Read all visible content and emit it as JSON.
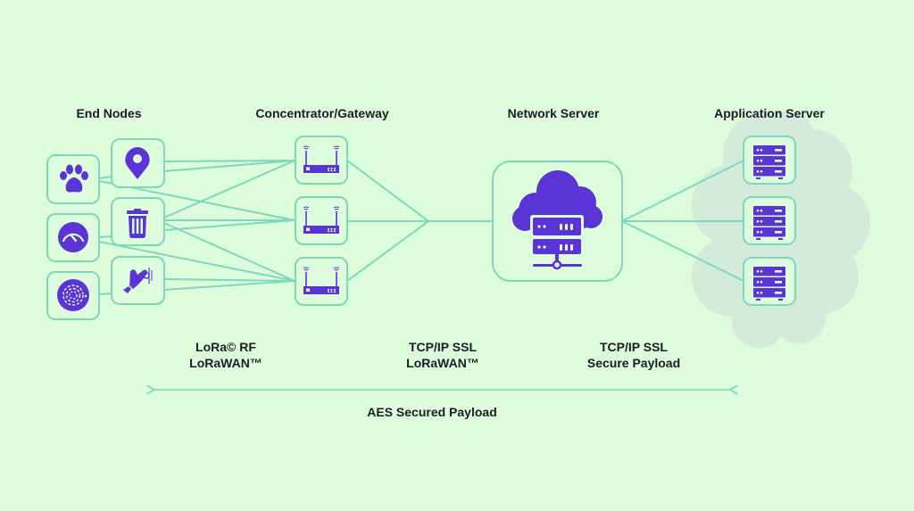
{
  "diagram": {
    "title": "LoRaWAN Network Architecture",
    "colors": {
      "background": "#dcfcdc",
      "connector": "#7dd9bd",
      "box_fill": "#dcfcdc",
      "box_border": "#7dd9bd",
      "icon": "#5b34d6",
      "cloud": "#d4ebdc",
      "text": "#1c1c28"
    },
    "columns": {
      "end_nodes": {
        "title": "End Nodes"
      },
      "gateway": {
        "title": "Concentrator/Gateway"
      },
      "network_server": {
        "title": "Network Server"
      },
      "application_server": {
        "title": "Application Server"
      }
    },
    "end_nodes": [
      {
        "id": "paw",
        "icon": "paw-icon"
      },
      {
        "id": "location",
        "icon": "location-pin-icon"
      },
      {
        "id": "gauge",
        "icon": "gauge-icon"
      },
      {
        "id": "trash",
        "icon": "trash-bin-icon"
      },
      {
        "id": "smoke",
        "icon": "smoke-detector-icon"
      },
      {
        "id": "hand",
        "icon": "hand-sensor-icon"
      }
    ],
    "gateways": [
      {
        "id": "gw1",
        "icon": "router-icon"
      },
      {
        "id": "gw2",
        "icon": "router-icon"
      },
      {
        "id": "gw3",
        "icon": "router-icon"
      }
    ],
    "network_server": {
      "icon": "cloud-server-icon"
    },
    "application_servers": [
      {
        "id": "app1",
        "icon": "server-rack-icon"
      },
      {
        "id": "app2",
        "icon": "server-rack-icon"
      },
      {
        "id": "app3",
        "icon": "server-rack-icon"
      }
    ],
    "protocols": {
      "node_gateway": {
        "line1": "LoRa© RF",
        "line2": "LoRaWAN™"
      },
      "gateway_ns": {
        "line1": "TCP/IP SSL",
        "line2": "LoRaWAN™"
      },
      "ns_app": {
        "line1": "TCP/IP SSL",
        "line2": "Secure Payload"
      }
    },
    "span_arrow": {
      "label": "AES Secured Payload",
      "direction": "bidirectional"
    }
  }
}
